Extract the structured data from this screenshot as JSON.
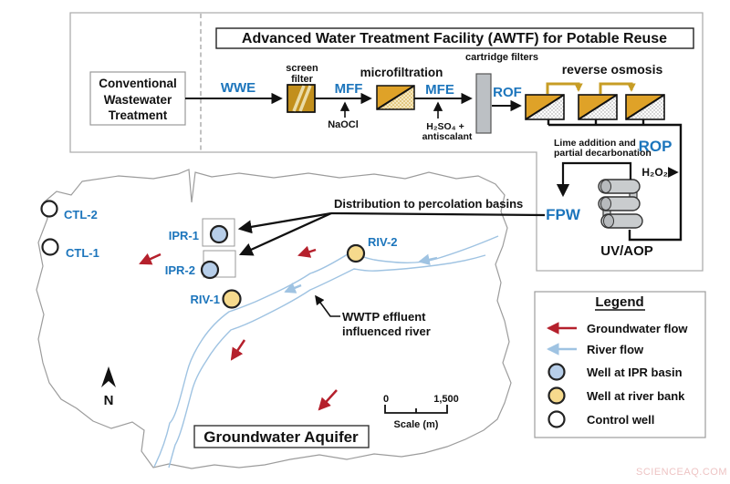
{
  "title": "Advanced Water Treatment Facility (AWTF) for Potable Reuse",
  "facility": {
    "source_box": [
      "Conventional",
      "Wastewater",
      "Treatment"
    ],
    "streams": {
      "wwe": "WWE",
      "mff": "MFF",
      "mfe": "MFE",
      "rof": "ROF",
      "rop": "ROP",
      "fpw": "FPW"
    },
    "units": {
      "screen_filter": [
        "screen",
        "filter"
      ],
      "microfiltration": "microfiltration",
      "cartridge_filters": "cartridge filters",
      "reverse_osmosis": "reverse osmosis",
      "uv_aop": "UV/AOP"
    },
    "chemicals": {
      "naocl": "NaOCl",
      "h2so4": "H₂SO₄ +",
      "antiscalant": "antiscalant",
      "h2o2": "H₂O₂"
    },
    "lime_note": [
      "Lime addition and",
      "partial decarbonation"
    ]
  },
  "map": {
    "wells": {
      "ctl2": "CTL-2",
      "ctl1": "CTL-1",
      "ipr1": "IPR-1",
      "ipr2": "IPR-2",
      "riv1": "RIV-1",
      "riv2": "RIV-2"
    },
    "annotations": {
      "distribution": "Distribution to percolation basins",
      "wwtp_line1": "WWTP effluent",
      "wwtp_line2": "influenced river",
      "aquifer": "Groundwater Aquifer",
      "north": "N"
    },
    "scale_bar": {
      "start": "0",
      "end": "1,500",
      "label": "Scale (m)"
    }
  },
  "legend": {
    "title": "Legend",
    "items": [
      {
        "symbol": "groundwater-flow-arrow",
        "label": "Groundwater flow"
      },
      {
        "symbol": "river-flow-arrow",
        "label": "River flow"
      },
      {
        "symbol": "ipr-basin-well",
        "label": "Well at IPR basin"
      },
      {
        "symbol": "river-bank-well",
        "label": "Well at river bank"
      },
      {
        "symbol": "control-well",
        "label": "Control well"
      }
    ]
  },
  "watermark": "SCIENCEAQ.COM",
  "colors": {
    "label_blue": "#1C75BC",
    "groundwater_red": "#B5202C",
    "river_blue": "#9FC3E2",
    "unit_gold": "#DFA228",
    "pipe_gold": "#C79D25",
    "well_ipr_fill": "#B7CEE9",
    "well_river_fill": "#F6DA8D",
    "well_control_fill": "#FFFFFF"
  }
}
